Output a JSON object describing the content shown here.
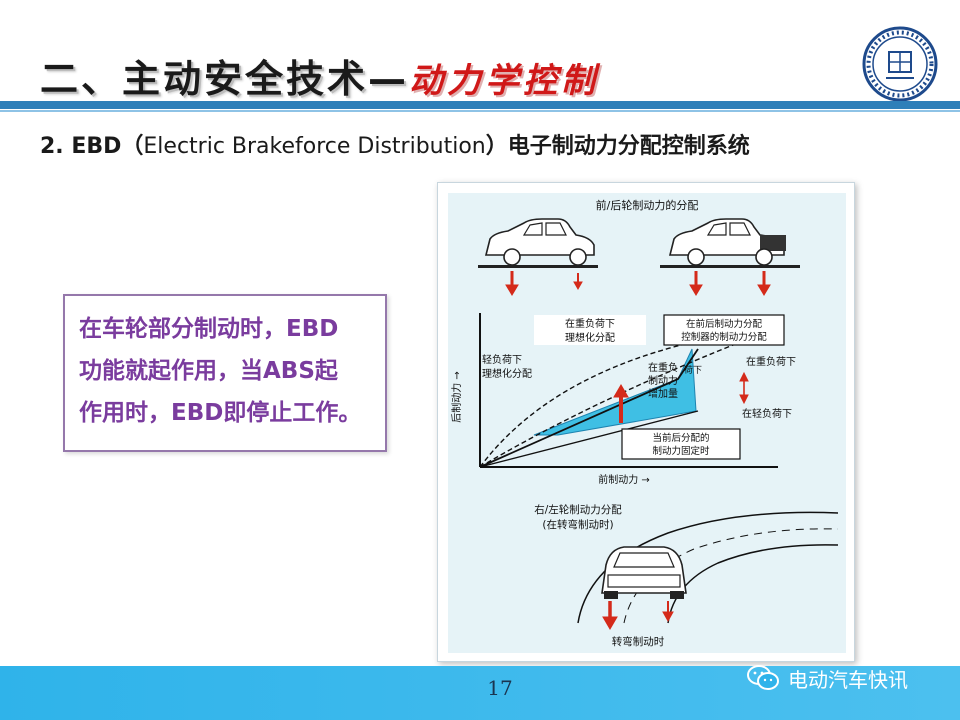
{
  "header": {
    "title_main": "二、主动安全技术—",
    "title_sub": "动力学控制"
  },
  "subtitle": {
    "prefix": "2. EBD（",
    "english": "Electric Brakeforce Distribution",
    "suffix": "）电子制动力分配控制系统"
  },
  "note": {
    "lines": [
      "在车轮部分制动时，EBD",
      "功能就起作用，当ABS起",
      "作用时，EBD即停止工作。"
    ]
  },
  "figure": {
    "top_title": "前/后轮制动力的分配",
    "y_axis": "后制动力 →",
    "x_axis": "前制动力 →",
    "label_heavy_ideal": [
      "在重负荷下",
      "理想化分配"
    ],
    "label_light_ideal": [
      "轻负荷下",
      "理想化分配"
    ],
    "label_controller": [
      "在前后制动力分配",
      "控制器的制动力分配"
    ],
    "label_under_heavy": "在重负荷下",
    "label_under_light": "在轻负荷下",
    "label_increase": [
      "在重负",
      "制动力",
      "增加量"
    ],
    "label_heavy_tag": "荷下",
    "label_fixed": [
      "当前后分配的",
      "制动力固定时"
    ],
    "bottom_title": [
      "右/左轮制动力分配",
      "(在转弯制动时)"
    ],
    "cornering": "转弯制动时"
  },
  "footer": {
    "page_number": "17",
    "brand": "电动汽车快讯"
  },
  "colors": {
    "accent_blue": "#2e7fb9",
    "title_red": "#d01818",
    "note_purple": "#7a3c9e",
    "arrow_red": "#d42a1a",
    "fill_cyan": "#3fbfe4",
    "panel_bg": "#e6f3f7"
  }
}
